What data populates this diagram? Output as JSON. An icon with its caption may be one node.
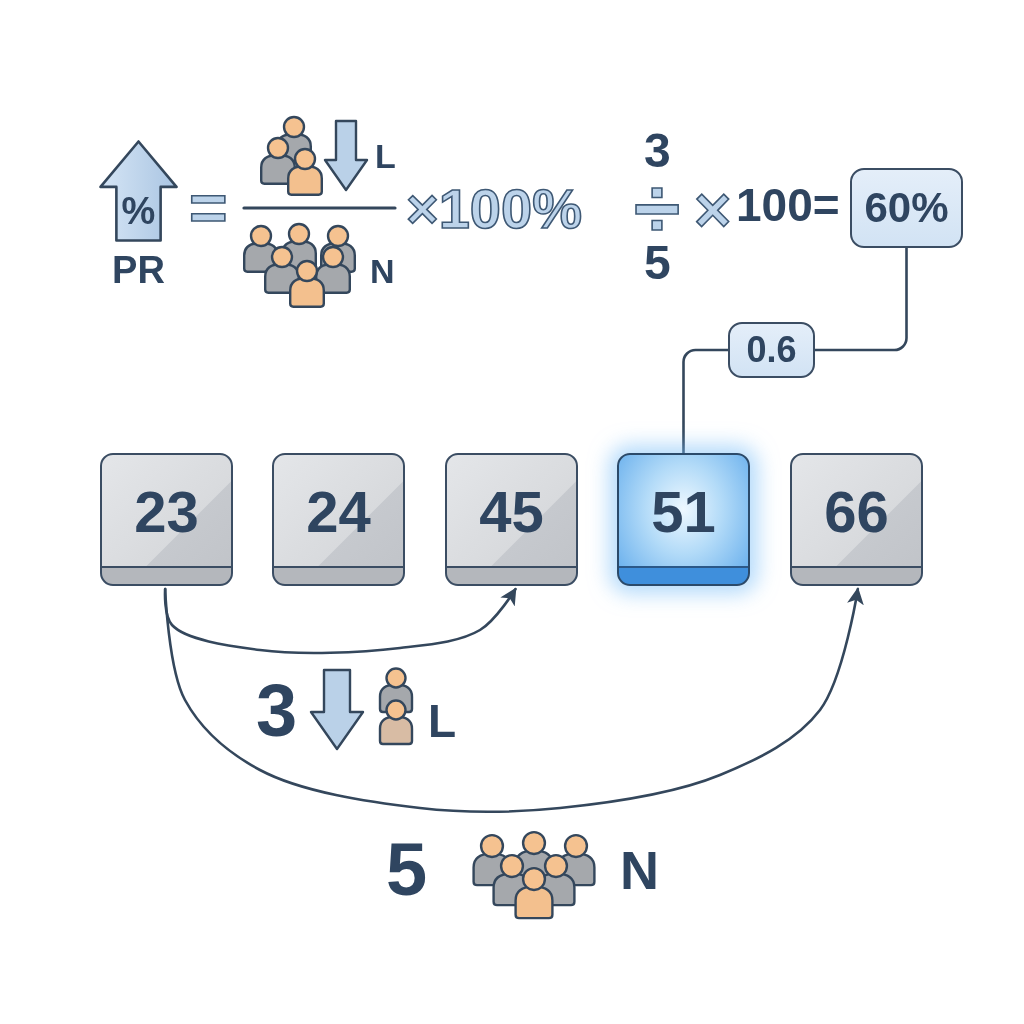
{
  "diagram": {
    "nodes": [
      {
        "text": [
          "%"
        ],
        "beside": [
          "PR"
        ]
      },
      {
        "text": [
          "60%"
        ]
      },
      {
        "text": [
          "0.6"
        ]
      },
      {
        "text": [
          "23"
        ]
      },
      {
        "text": [
          "24"
        ]
      },
      {
        "text": [
          "45"
        ]
      },
      {
        "text": [
          "51"
        ]
      },
      {
        "text": [
          "66"
        ]
      }
    ],
    "edges": [
      {
        "from": 6,
        "to": 2,
        "arrow": "none"
      },
      {
        "from": 2,
        "to": 1,
        "arrow": "none"
      },
      {
        "from": 3,
        "to": 5,
        "arrow": "to"
      },
      {
        "from": 3,
        "to": 7,
        "arrow": "to"
      }
    ],
    "labels": [
      "=",
      "L",
      "×100%",
      "N",
      "3",
      "÷",
      "×",
      "100=",
      "5",
      "3",
      "L",
      "5",
      "N"
    ]
  }
}
